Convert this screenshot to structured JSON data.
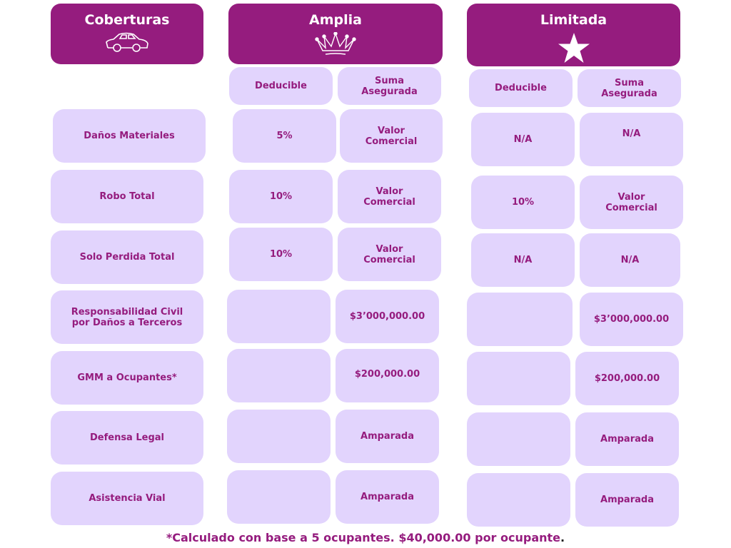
{
  "headers": {
    "coberturas": "Coberturas",
    "amplia": "Amplia",
    "limitada": "Limitada"
  },
  "subheaders": {
    "deducible": "Deducible",
    "suma": "Suma Asegurada"
  },
  "rows": [
    {
      "label": "Daños Materiales",
      "amplia_ded": "5%",
      "amplia_suma": "Valor Comercial",
      "lim_ded": "N/A",
      "lim_suma": "N/A"
    },
    {
      "label": "Robo Total",
      "amplia_ded": "10%",
      "amplia_suma": "Valor Comercial",
      "lim_ded": "10%",
      "lim_suma": "Valor Comercial"
    },
    {
      "label": "Solo Perdida Total",
      "amplia_ded": "10%",
      "amplia_suma": "Valor Comercial",
      "lim_ded": "N/A",
      "lim_suma": "N/A"
    },
    {
      "label": "Responsabilidad Civil por Daños a Terceros",
      "amplia_ded": "",
      "amplia_suma": "$3’000,000.00",
      "lim_ded": "",
      "lim_suma": "$3’000,000.00"
    },
    {
      "label": "GMM a Ocupantes*",
      "amplia_ded": "",
      "amplia_suma": "$200,000.00",
      "lim_ded": "",
      "lim_suma": "$200,000.00"
    },
    {
      "label": "Defensa Legal",
      "amplia_ded": "",
      "amplia_suma": "Amparada",
      "lim_ded": "",
      "lim_suma": "Amparada"
    },
    {
      "label": "Asistencia Vial",
      "amplia_ded": "",
      "amplia_suma": "Amparada",
      "lim_ded": "",
      "lim_suma": "Amparada"
    }
  ],
  "footnote": "*Calculado con base a 5 ocupantes. $40,000.00 por ocupante",
  "footnote_end": ".",
  "colors": {
    "primary": "#951c7e",
    "cell": "#e2d4fd"
  }
}
